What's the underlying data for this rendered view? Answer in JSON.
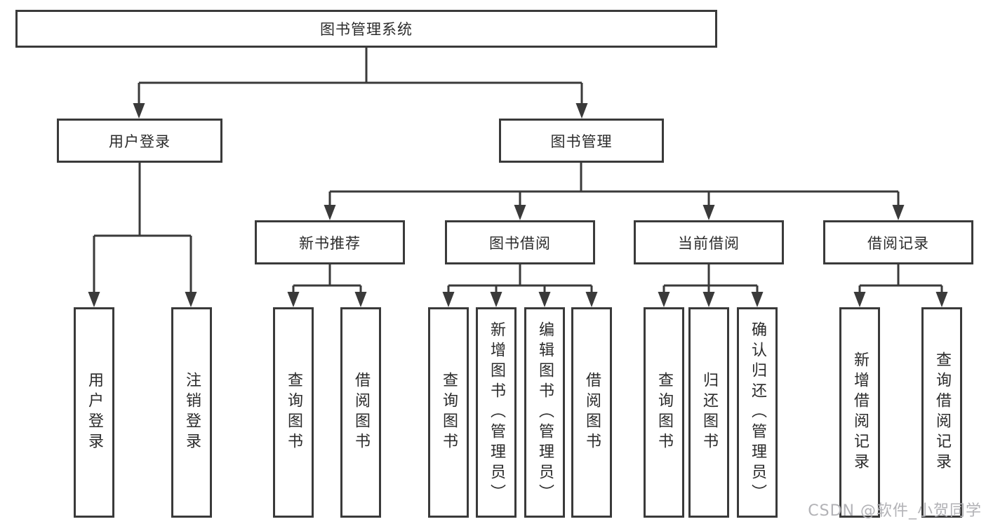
{
  "diagram": {
    "root": "图书管理系统",
    "branches": {
      "user_login": {
        "label": "用户登录",
        "children": [
          "用户登录",
          "注销登录"
        ]
      },
      "book_mgmt": {
        "label": "图书管理",
        "groups": [
          {
            "label": "新书推荐",
            "children": [
              "查询图书",
              "借阅图书"
            ]
          },
          {
            "label": "图书借阅",
            "children": [
              "查询图书",
              "新增图书（管理员）",
              "编辑图书（管理员）",
              "借阅图书"
            ]
          },
          {
            "label": "当前借阅",
            "children": [
              "查询图书",
              "归还图书",
              "确认归还（管理员）"
            ]
          },
          {
            "label": "借阅记录",
            "children": [
              "新增借阅记录",
              "查询借阅记录"
            ]
          }
        ]
      }
    }
  },
  "watermark": "CSDN @软件_小贺同学",
  "colors": {
    "line": "#3a3a3a",
    "box_border": "#3a3a3a",
    "text": "#2b2b2b",
    "watermark": "#b2b2b6",
    "background": "#ffffff"
  }
}
